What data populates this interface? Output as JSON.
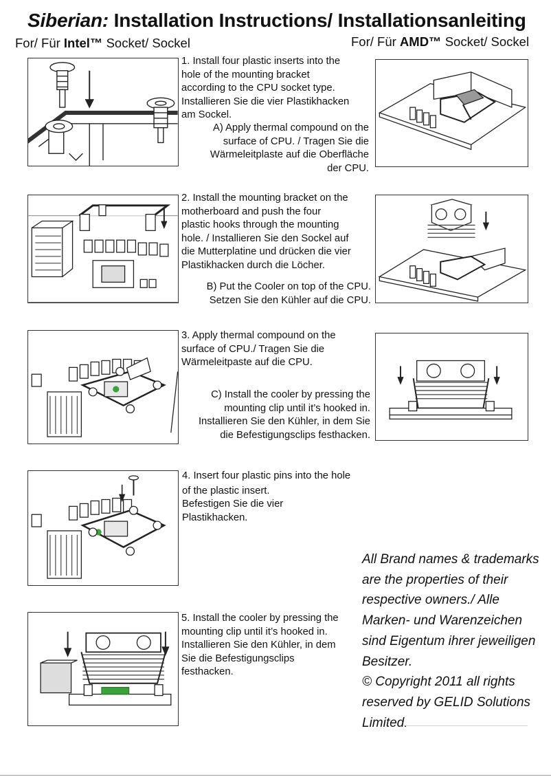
{
  "title": {
    "brand": "Siberian:",
    "rest": "Installation Instructions/ Installationsanleiting"
  },
  "subtitle_left": {
    "prefix": "For/ Für ",
    "brand": "Intel™",
    "suffix": " Socket/ Sockel"
  },
  "subtitle_right": {
    "prefix": "For/ Für ",
    "brand": "AMD™",
    "suffix": " Socket/ Sockel"
  },
  "intel_steps": [
    {
      "lines": [
        "1. Install four plastic inserts into the",
        "hole of the mounting bracket",
        "according to the CPU socket type.",
        "Installieren Sie die vier Plastikhacken",
        "am Sockel."
      ],
      "figure_icon": "plastic-insert-icon"
    },
    {
      "lines": [
        "2. Install the mounting bracket on the",
        "motherboard and push the four",
        "plastic hooks through the mounting",
        "hole. / Installieren Sie den Sockel auf",
        "die Mutterplatine und drücken die vier",
        "Plastikhacken durch die Löcher."
      ],
      "figure_icon": "mounting-bracket-icon"
    },
    {
      "lines": [
        "3. Apply thermal compound on the",
        "surface of CPU./ Tragen Sie die",
        "Wärmeleitpaste auf die CPU."
      ],
      "figure_icon": "thermal-compound-icon"
    },
    {
      "lines": [
        "4. Insert four plastic pins into the hole",
        "of the plastic insert.",
        "Befestigen Sie die vier",
        "Plastikhacken."
      ],
      "figure_icon": "plastic-pin-icon"
    },
    {
      "lines": [
        "5. Install the cooler by pressing the",
        "mounting clip until it’s hooked in.",
        "Installieren Sie den Kühler, in dem",
        "Sie die Befestigungsclips",
        "festhacken."
      ],
      "figure_icon": "cooler-clip-icon"
    }
  ],
  "amd_steps": [
    {
      "lines": [
        "A)  Apply thermal compound on the",
        "surface of CPU. / Tragen Sie die",
        "Wärmeleitplaste auf die Oberfläche",
        "der CPU."
      ],
      "figure_icon": "amd-socket-icon"
    },
    {
      "lines": [
        "B) Put the Cooler on top of the CPU.",
        "Setzen Sie den Kühler auf die CPU."
      ],
      "figure_icon": "amd-cooler-placement-icon"
    },
    {
      "lines": [
        "C) Install the cooler by pressing the",
        "mounting clip until it’s hooked in.",
        "Installieren Sie den Kühler, in dem Sie",
        "die Befestigungsclips festhacken."
      ],
      "figure_icon": "amd-clip-icon"
    }
  ],
  "legal": {
    "lines": [
      "All Brand names & trademarks",
      "are the properties of their",
      "respective owners./  Alle",
      "Marken- und Warenzeichen",
      "sind Eigentum ihrer jeweiligen",
      "Besitzer.",
      "© Copyright 2011 all rights",
      "reserved by GELID Solutions",
      "Limited."
    ]
  },
  "colors": {
    "text": "#111111",
    "line_art": "#222222",
    "accent_green": "#3aa33a"
  }
}
